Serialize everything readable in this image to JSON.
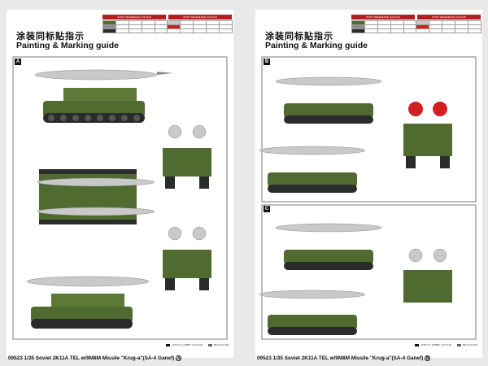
{
  "title_cn": "涂装同标贴指示",
  "title_en": "Painting & Marking guide",
  "table_header": "PAINT REFERENCE COLOUR",
  "sheets": [
    {
      "id": "left",
      "sections": [
        "A"
      ],
      "footer": "09523 1/35 Soviet 2K11A  TEL w/9M8M Missile \"Krug-a\"(SA-4 Ganef)",
      "footer_code": "A"
    },
    {
      "id": "right",
      "sections": [
        "B",
        "C"
      ],
      "footer": "09523 1/35 Soviet 2K11A  TEL w/9M8M Missile \"Krug-a\"(SA-4 Ganef)",
      "footer_code": "B"
    }
  ],
  "legend": [
    "ACRYLIC HOBBY COLOUR",
    "MR COLOUR"
  ],
  "colors": {
    "hull_green": "#4f6b2f",
    "hull_dark": "#2f4420",
    "missile": "#c9c9c9",
    "missile_dark": "#8d8d8d",
    "nose_red": "#d21f1f",
    "badge_red": "#b31d1d",
    "track": "#2b2b2b"
  }
}
